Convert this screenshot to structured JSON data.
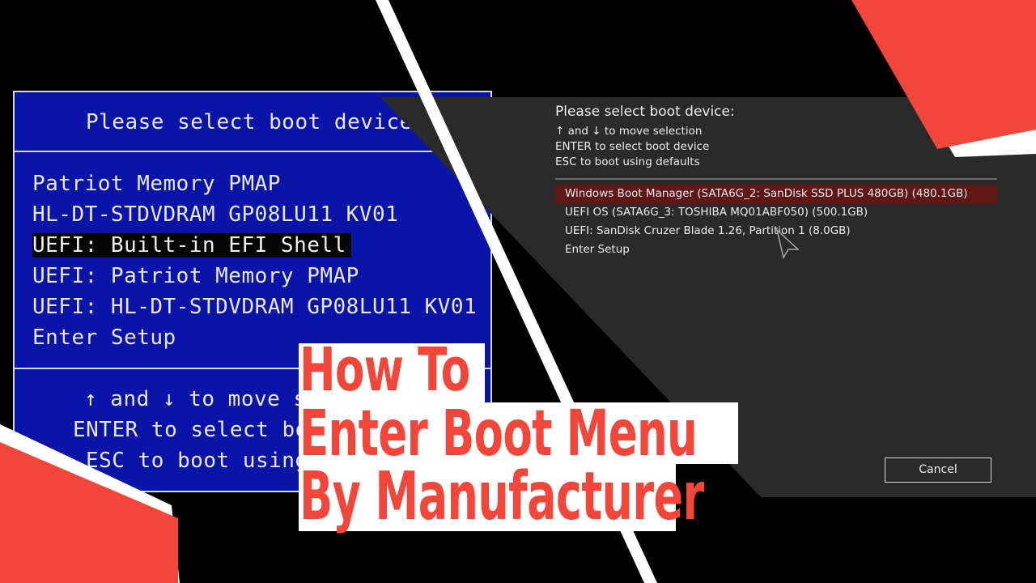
{
  "left_bios": {
    "header": "Please select boot device:",
    "devices": [
      {
        "label": " Patriot Memory PMAP",
        "selected": false
      },
      {
        "label": "HL-DT-STDVDRAM GP08LU11 KV01",
        "selected": false
      },
      {
        "label": "UEFI: Built-in EFI Shell",
        "selected": true
      },
      {
        "label": "UEFI:  Patriot Memory PMAP",
        "selected": false
      },
      {
        "label": "UEFI: HL-DT-STDVDRAM GP08LU11 KV01",
        "selected": false
      },
      {
        "label": "Enter Setup",
        "selected": false
      }
    ],
    "hints": [
      "↑ and ↓ to move s",
      "ENTER to select bo",
      "ESC to boot using"
    ]
  },
  "right_bios": {
    "header": "Please select boot device:",
    "hints": [
      "↑ and ↓ to move selection",
      "ENTER to select boot device",
      "ESC to boot using defaults"
    ],
    "devices": [
      {
        "label": "Windows Boot Manager (SATA6G_2: SanDisk SSD PLUS 480GB) (480.1GB)",
        "selected": true
      },
      {
        "label": "UEFI OS (SATA6G_3: TOSHIBA MQ01ABF050) (500.1GB)",
        "selected": false
      },
      {
        "label": "UEFI: SanDisk Cruzer Blade 1.26, Partition 1 (8.0GB)",
        "selected": false
      },
      {
        "label": "Enter Setup",
        "selected": false
      }
    ],
    "cancel_label": "Cancel"
  },
  "title": {
    "line1": "How To",
    "line2": "Enter Boot Menu",
    "line3": "By Manufacturer"
  },
  "colors": {
    "accent_red": "#f2463a",
    "bios_blue": "#0a14a8",
    "bios_dark": "#2a2a2a",
    "selection_red": "#5f1717"
  },
  "icons": {
    "cursor": "mouse-pointer-icon"
  }
}
